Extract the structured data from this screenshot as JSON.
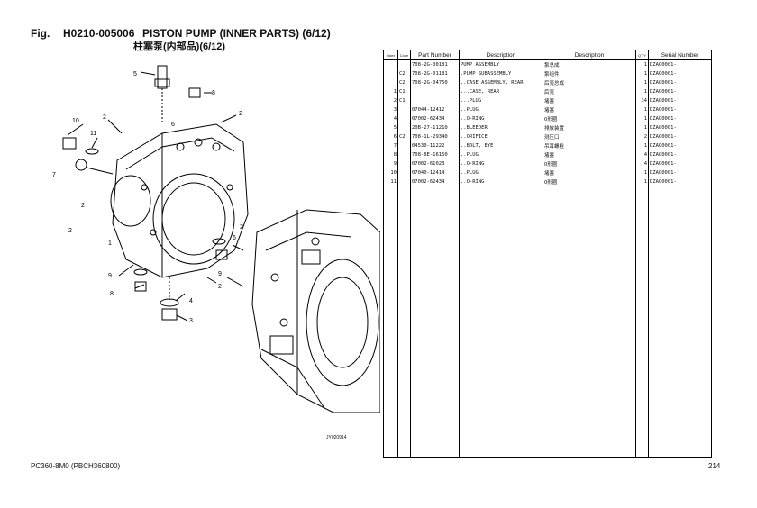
{
  "header": {
    "fig_label": "Fig.",
    "fig_code": "H0210-005006",
    "title": "PISTON PUMP (INNER PARTS) (6/12)",
    "subtitle": "柱塞泵(内部品)(6/12)"
  },
  "drawing": {
    "figure_number": "JY020914",
    "callouts": [
      "5",
      "8",
      "2",
      "2",
      "10",
      "11",
      "7",
      "2",
      "2",
      "1",
      "2",
      "9",
      "9",
      "8",
      "2",
      "4",
      "3",
      "6",
      "6"
    ]
  },
  "table": {
    "columns": [
      "Index",
      "Code",
      "Part Number",
      "Description",
      "Description",
      "Q'TY",
      "Serial Number"
    ],
    "rows": [
      {
        "index": "",
        "code": "",
        "part": "708-2G-00181",
        "desc": "PUMP ASSEMBLY",
        "desc_cn": "泵总成",
        "qty": "1",
        "serial": "DZAG0001-"
      },
      {
        "index": "",
        "code": "C2",
        "part": "708-2G-01181",
        "desc": ".PUMP SUBASSEMBLY",
        "desc_cn": "泵组件",
        "qty": "1",
        "serial": "DZAG0001-"
      },
      {
        "index": "",
        "code": "C2",
        "part": "708-2G-04750",
        "desc": "..CASE ASSEMBLY, REAR",
        "desc_cn": "后壳总成",
        "qty": "1",
        "serial": "DZAG0001-"
      },
      {
        "index": "1",
        "code": "C1",
        "part": "",
        "desc": "...CASE, REAR",
        "desc_cn": "后壳",
        "qty": "1",
        "serial": "DZAG0001-"
      },
      {
        "index": "2",
        "code": "C1",
        "part": "",
        "desc": "...PLUG",
        "desc_cn": "堵塞",
        "qty": "34",
        "serial": "DZAG0001-"
      },
      {
        "index": "3",
        "code": "",
        "part": "07044-12412",
        "desc": "..PLUG",
        "desc_cn": "堵塞",
        "qty": "1",
        "serial": "DZAG0001-"
      },
      {
        "index": "4",
        "code": "",
        "part": "07002-62434",
        "desc": "..O-RING",
        "desc_cn": "O形圈",
        "qty": "1",
        "serial": "DZAG0001-"
      },
      {
        "index": "5",
        "code": "",
        "part": "20B-27-11210",
        "desc": "..BLEEDER",
        "desc_cn": "排放装置",
        "qty": "1",
        "serial": "DZAG0001-"
      },
      {
        "index": "6",
        "code": "C2",
        "part": "708-1L-29340",
        "desc": "..ORIFICE",
        "desc_cn": "测压口",
        "qty": "2",
        "serial": "DZAG0001-"
      },
      {
        "index": "7",
        "code": "",
        "part": "04530-11222",
        "desc": "..BOLT, EYE",
        "desc_cn": "吊耳螺栓",
        "qty": "1",
        "serial": "DZAG0001-"
      },
      {
        "index": "8",
        "code": "",
        "part": "708-8E-16150",
        "desc": "..PLUG",
        "desc_cn": "堵塞",
        "qty": "4",
        "serial": "DZAG0001-"
      },
      {
        "index": "9",
        "code": "",
        "part": "07002-61023",
        "desc": "..O-RING",
        "desc_cn": "O形圈",
        "qty": "4",
        "serial": "DZAG0001-"
      },
      {
        "index": "10",
        "code": "",
        "part": "07040-12414",
        "desc": "..PLUG",
        "desc_cn": "堵塞",
        "qty": "1",
        "serial": "DZAG0001-"
      },
      {
        "index": "11",
        "code": "",
        "part": "07002-62434",
        "desc": "..O-RING",
        "desc_cn": "O形圈",
        "qty": "1",
        "serial": "DZAG0001-"
      }
    ]
  },
  "footer": {
    "model": "PC360-8M0 (PBCH360800)",
    "page": "214"
  }
}
